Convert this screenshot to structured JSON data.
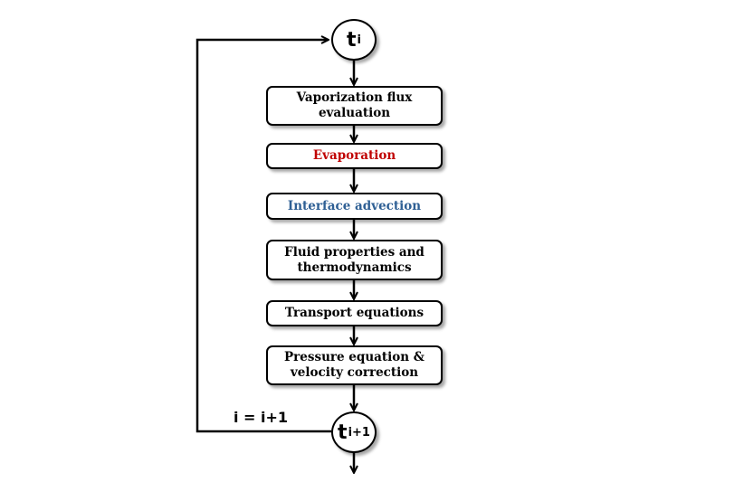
{
  "diagram": {
    "start_node": {
      "main": "t",
      "sub": "i"
    },
    "end_node": {
      "main": "t",
      "sub": "i+1"
    },
    "loop_label": "i = i+1",
    "steps": [
      {
        "lines": [
          "Vaporization flux",
          "evaluation"
        ],
        "color": "#000000"
      },
      {
        "lines": [
          "Evaporation"
        ],
        "color": "#c00000"
      },
      {
        "lines": [
          "Interface advection"
        ],
        "color": "#2e5f94"
      },
      {
        "lines": [
          "Fluid properties and",
          "thermodynamics"
        ],
        "color": "#000000"
      },
      {
        "lines": [
          "Transport equations"
        ],
        "color": "#000000"
      },
      {
        "lines": [
          "Pressure equation &",
          "velocity correction"
        ],
        "color": "#000000"
      }
    ]
  }
}
